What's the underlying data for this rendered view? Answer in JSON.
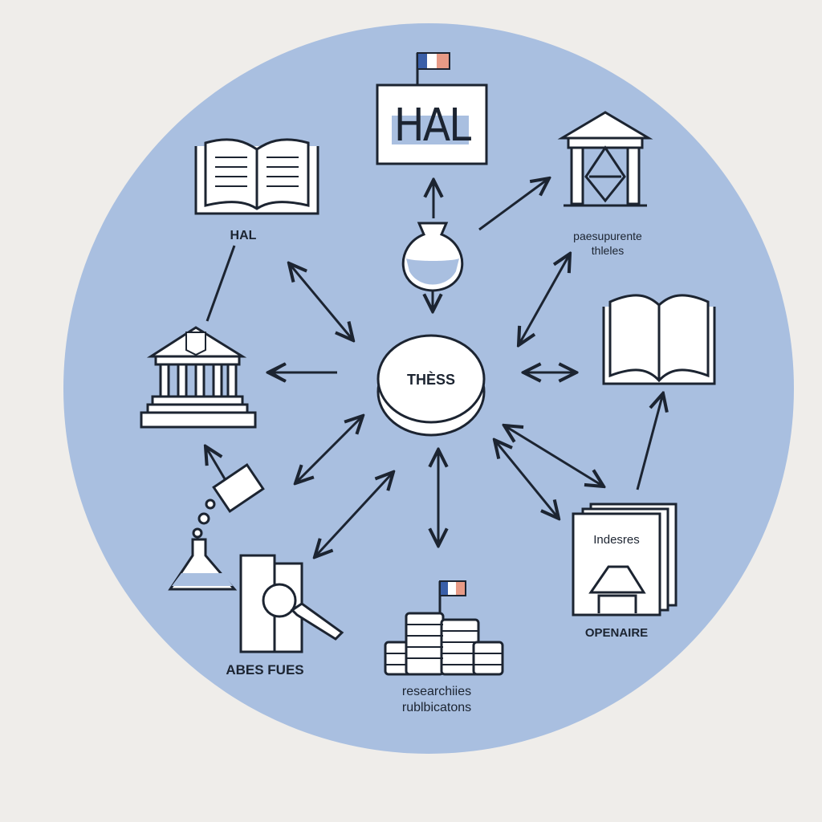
{
  "colors": {
    "background": "#efedea",
    "circle": "#a9bfe0",
    "stroke": "#1c2431",
    "paper": "#ffffff",
    "flag_blue": "#3a5fa8",
    "flag_red": "#e79a86"
  },
  "center": {
    "label": "THÈSS"
  },
  "nodes": [
    {
      "id": "hal-sign",
      "icon": "hal-sign-icon",
      "sign_text": "HAL"
    },
    {
      "id": "book-top-left",
      "icon": "open-book-icon",
      "label": "HAL"
    },
    {
      "id": "institution-top-right",
      "icon": "institution-icon",
      "label_lines": [
        "paesupurente",
        "thleles"
      ]
    },
    {
      "id": "book-right",
      "icon": "open-book-icon"
    },
    {
      "id": "university",
      "icon": "university-building-icon"
    },
    {
      "id": "flask",
      "icon": "flask-icon"
    },
    {
      "id": "abes",
      "icon": "document-search-icon",
      "label": "ABES FUES"
    },
    {
      "id": "research",
      "icon": "stacked-coins-icon",
      "label_lines": [
        "researchiies",
        "rublbicatons"
      ]
    },
    {
      "id": "openaire",
      "icon": "document-stack-icon",
      "card_text": "Indesres",
      "label": "OPENAIRE"
    }
  ]
}
